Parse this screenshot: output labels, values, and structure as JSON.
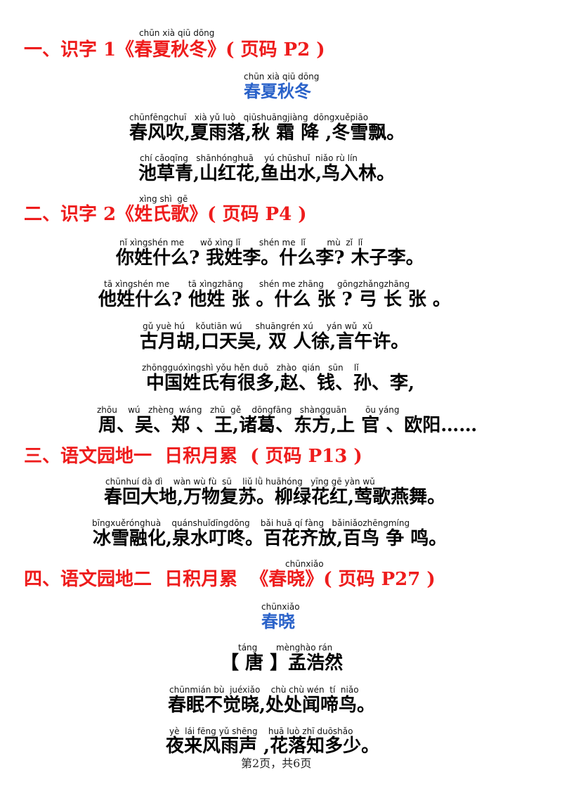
{
  "sections": [
    {
      "heading": "一、识字 1《春夏秋冬》( 页码 P2 )",
      "heading_pinyin": "chūn xià qiū dōng",
      "title": "春夏秋冬",
      "title_pinyin": "chūn xià qiū dōng",
      "lines": [
        {
          "pinyin": "chūnfēngchuī   xià yǔ luò   qiūshuāngjiàng  dōngxuěpiāo",
          "text": "春风吹,夏雨落,秋 霜 降 ,冬雪飘。"
        },
        {
          "pinyin": "chí cǎoqīng   shānhónghuā    yú chūshuǐ  niǎo rù lín",
          "text": "池草青,山红花,鱼出水,鸟入林。"
        }
      ]
    },
    {
      "heading": "二、识字 2《姓氏歌》( 页码 P4 )",
      "heading_pinyin": "xìng shì  gē",
      "lines": [
        {
          "pinyin": "nǐ xìngshén me      wǒ xìng lǐ       shén me  lǐ        mù  zǐ  lǐ",
          "text": "你姓什么? 我姓李。什么李? 木子李。"
        },
        {
          "pinyin": "tā xìngshén me       tā xìngzhāng      shén me zhāng     gōngzhǎngzhāng",
          "text": "他姓什么? 他姓 张 。什么 张 ? 弓 长 张 。"
        },
        {
          "pinyin": "gǔ yuè hú    kǒutiān wú     shuāngrén xú     yán wǔ  xǔ",
          "text": "古月胡,口天吴, 双 人徐,言午许。"
        },
        {
          "pinyin": "zhōngguóxìngshì yǒu hěn duō   zhào  qián   sūn    lǐ",
          "text": "中国姓氏有很多,赵、钱、孙、李,"
        },
        {
          "pinyin": "zhōu    wú   zhèng  wáng   zhū  gě    dōngfāng   shàngguān       ōu yáng",
          "text": "周、吴、郑 、王,诸葛、东方,上 官 、欧阳……"
        }
      ]
    },
    {
      "heading": "三、语文园地一  日积月累  ( 页码 P13 )",
      "lines": [
        {
          "pinyin": "chūnhuí dà dì    wàn wù fù  sū    liǔ lǜ huāhóng   yīng gē yàn wǔ",
          "text": "春回大地,万物复苏。柳绿花红,莺歌燕舞。"
        },
        {
          "pinyin": "bīngxuěrónghuà    quánshuǐdīngdōng    bǎi huā qí fàng   bǎiniǎozhēngmíng",
          "text": "冰雪融化,泉水叮咚。百花齐放,百鸟 争 鸣。"
        }
      ]
    },
    {
      "heading": "四、语文园地二  日积月累  《春晓》( 页码 P27 )",
      "heading_pinyin": "chūnxiǎo",
      "title": "春晓",
      "title_pinyin": "chūnxiǎo",
      "author_pinyin": "táng       mènghào rán",
      "author": "【 唐 】孟浩然",
      "lines": [
        {
          "pinyin": "chūnmián bù  juéxiǎo    chù chù wén  tí  niǎo",
          "text": "春眠不觉晓,处处闻啼鸟。"
        },
        {
          "pinyin": "yè  lái fēng yǔ shēng    huā luò zhī duōshǎo",
          "text": "夜来风雨声 ,花落知多少。"
        }
      ]
    }
  ],
  "footer": "第2页，共6页"
}
